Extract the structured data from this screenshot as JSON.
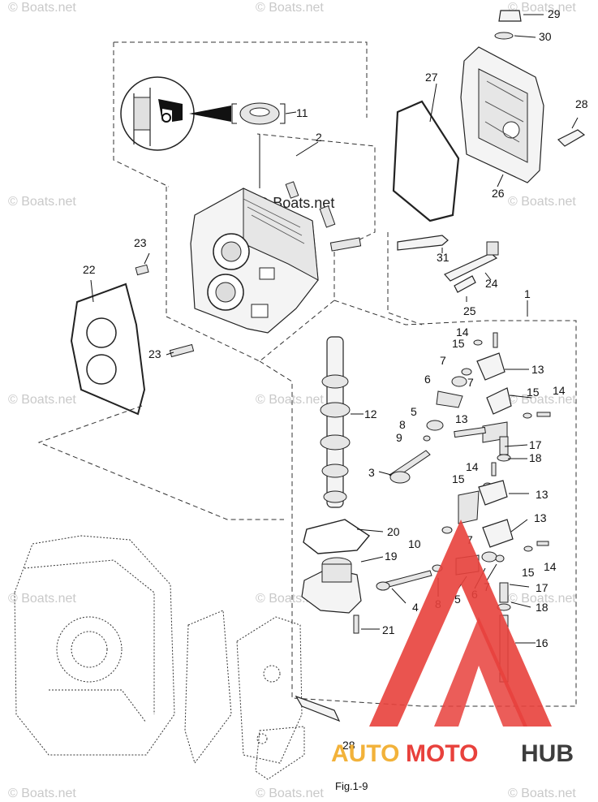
{
  "watermark_text": "© Boats.net",
  "figure_label": "Fig.1-9",
  "brand": {
    "part1": "AUTO",
    "part2": "MOTO",
    "part3": "HUB",
    "colors": {
      "auto": "#f2b23a",
      "moto": "#e8413c",
      "hub": "#3d3d3d",
      "triangle": "#e8413c"
    }
  },
  "callouts": {
    "c1": "1",
    "c2": "2",
    "c3": "3",
    "c4": "4",
    "c5a": "5",
    "c5b": "5",
    "c6a": "6",
    "c6b": "6",
    "c7a": "7",
    "c7b": "7",
    "c7c": "7",
    "c7d": "7",
    "c8a": "8",
    "c8b": "8",
    "c9": "9",
    "c10": "10",
    "c11": "11",
    "c12": "12",
    "c13a": "13",
    "c13b": "13",
    "c13c": "13",
    "c13d": "13",
    "c14a": "14",
    "c14b": "14",
    "c14c": "14",
    "c14d": "14",
    "c15a": "15",
    "c15b": "15",
    "c15c": "15",
    "c15d": "15",
    "c16": "16",
    "c17a": "17",
    "c17b": "17",
    "c18a": "18",
    "c18b": "18",
    "c19": "19",
    "c20": "20",
    "c21": "21",
    "c22": "22",
    "c23a": "23",
    "c23b": "23",
    "c24": "24",
    "c25": "25",
    "c26": "26",
    "c27": "27",
    "c28a": "28",
    "c28b": "28",
    "c29": "29",
    "c30": "30",
    "c31": "31"
  }
}
